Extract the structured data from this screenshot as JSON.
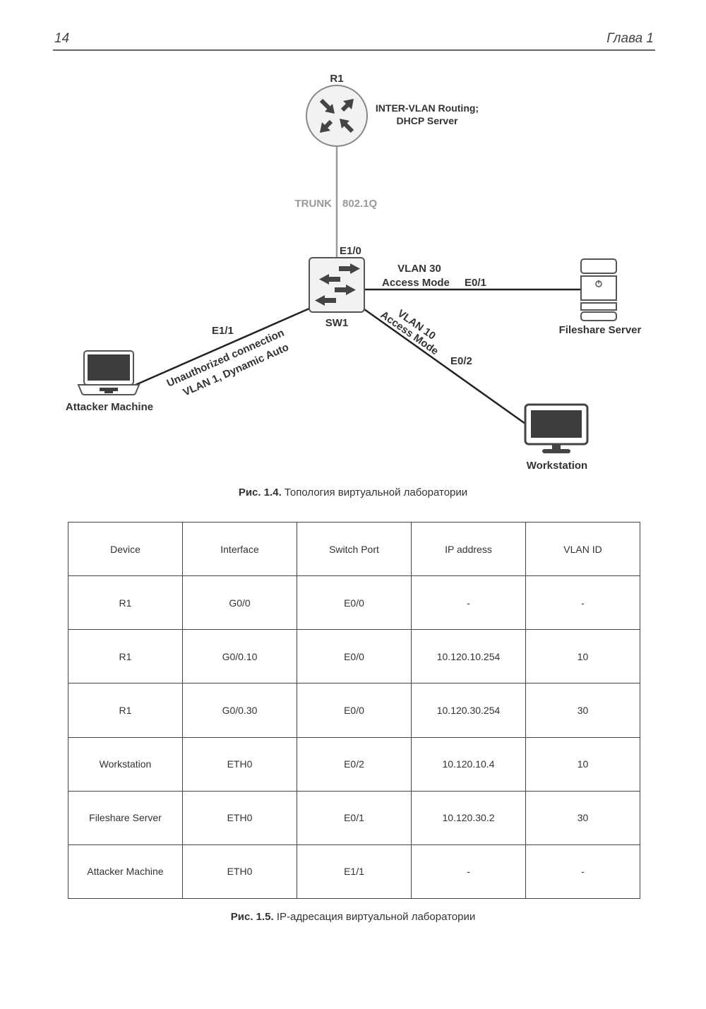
{
  "header": {
    "page_number": "14",
    "chapter": "Глава 1"
  },
  "figure_1": {
    "caption_label": "Рис. 1.4.",
    "caption_text": " Топология виртуальной лаборатории",
    "nodes": {
      "router": {
        "name": "R1",
        "note_line1": "INTER-VLAN Routing;",
        "note_line2": "DHCP Server"
      },
      "switch": {
        "name": "SW1"
      },
      "server": {
        "name": "Fileshare Server"
      },
      "workstation": {
        "name": "Workstation"
      },
      "attacker": {
        "name": "Attacker Machine"
      }
    },
    "links": {
      "trunk": {
        "left_label": "TRUNK",
        "right_label": "802.1Q",
        "port": "E1/0"
      },
      "server_link": {
        "line1": "VLAN 30",
        "line2": "Access Mode",
        "port": "E0/1"
      },
      "workstation_link": {
        "line1": "VLAN 10",
        "line2": "Access Mode",
        "port": "E0/2"
      },
      "attacker_link": {
        "line1": "Unauthorized connection",
        "line2": "VLAN 1, Dynamic Auto",
        "port": "E1/1"
      }
    }
  },
  "figure_2": {
    "caption_label": "Рис. 1.5.",
    "caption_text": " IP-адресация виртуальной лаборатории",
    "columns": [
      "Device",
      "Interface",
      "Switch Port",
      "IP address",
      "VLAN ID"
    ],
    "rows": [
      [
        "R1",
        "G0/0",
        "E0/0",
        "-",
        "-"
      ],
      [
        "R1",
        "G0/0.10",
        "E0/0",
        "10.120.10.254",
        "10"
      ],
      [
        "R1",
        "G0/0.30",
        "E0/0",
        "10.120.30.254",
        "30"
      ],
      [
        "Workstation",
        "ETH0",
        "E0/2",
        "10.120.10.4",
        "10"
      ],
      [
        "Fileshare Server",
        "ETH0",
        "E0/1",
        "10.120.30.2",
        "30"
      ],
      [
        "Attacker Machine",
        "ETH0",
        "E1/1",
        "-",
        "-"
      ]
    ]
  }
}
